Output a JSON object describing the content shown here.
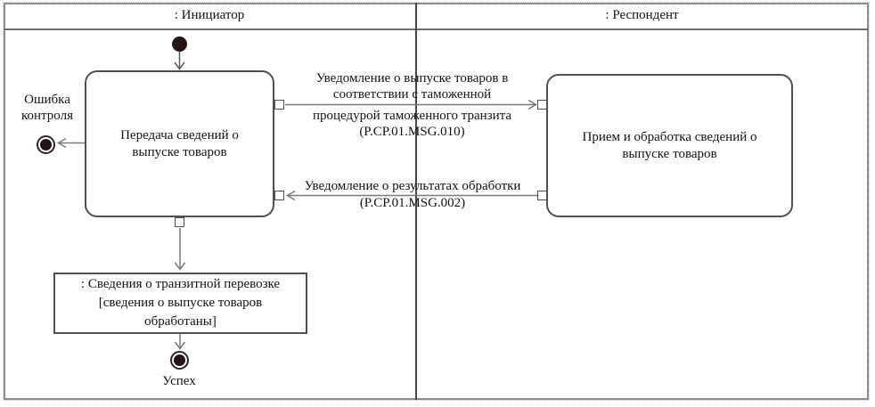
{
  "lanes": {
    "initiator": {
      "label": ": Инициатор"
    },
    "respondent": {
      "label": ": Респондент"
    }
  },
  "activities": {
    "transfer": {
      "line1": "Передача сведений о",
      "line2": "выпуске товаров"
    },
    "receive": {
      "line1": "Прием и обработка сведений о",
      "line2": "выпуске товаров"
    }
  },
  "object_node": {
    "line1": ": Сведения о транзитной перевозке",
    "line2": "[сведения о выпуске товаров",
    "line3": "обработаны]"
  },
  "messages": {
    "release": {
      "line1": "Уведомление о выпуске товаров в",
      "line2": "соответствии с таможенной",
      "line3": "процедурой таможенного транзита",
      "line4": "(P.CP.01.MSG.010)"
    },
    "result": {
      "line1": "Уведомление о результатах обработки",
      "line2": "(P.CP.01.MSG.002)"
    }
  },
  "terminals": {
    "error": {
      "line1": "Ошибка",
      "line2": "контроля"
    },
    "success": {
      "label": "Успех"
    }
  },
  "colors": {
    "line_color": "#7a7a7a",
    "shape_border": "#4d5154",
    "frame_border": "#878f91",
    "divider_color": "#44484b",
    "node_fill": "#241412",
    "text_color": "#141414",
    "bg": "#ffffff"
  }
}
